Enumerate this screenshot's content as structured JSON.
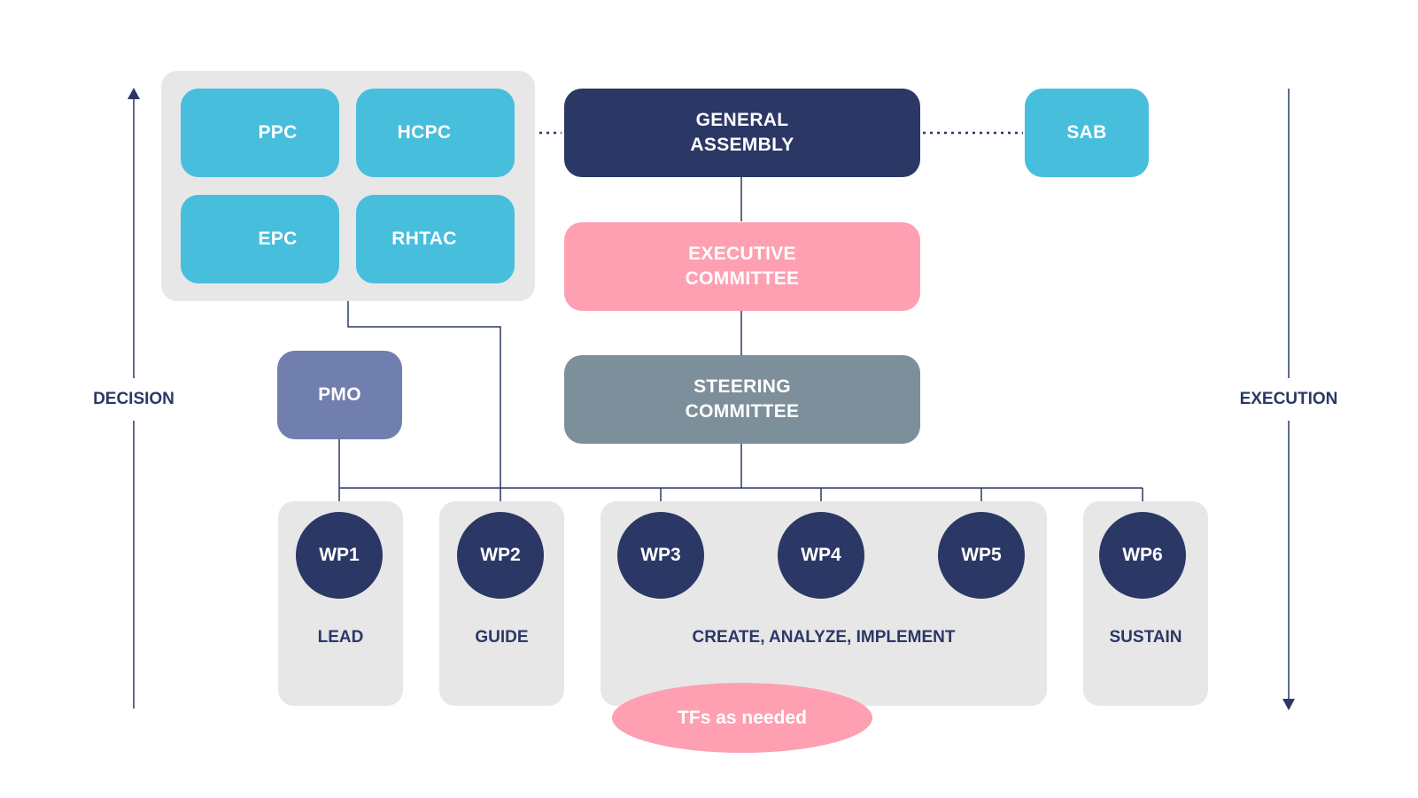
{
  "committees": {
    "ppc": "PPC",
    "hcpc": "HCPC",
    "epc": "EPC",
    "rhtac": "RHTAC"
  },
  "general_assembly": [
    "GENERAL",
    "ASSEMBLY"
  ],
  "sab": "SAB",
  "executive_committee": [
    "EXECUTIVE",
    "COMMITTEE"
  ],
  "steering_committee": [
    "STEERING",
    "COMMITTEE"
  ],
  "pmo": "PMO",
  "side_labels": {
    "left": "DECISION",
    "right": "EXECUTION"
  },
  "work_packages": [
    "WP1",
    "WP2",
    "WP3",
    "WP4",
    "WP5",
    "WP6"
  ],
  "groups": {
    "lead": "LEAD",
    "guide": "GUIDE",
    "create": "CREATE, ANALYZE, IMPLEMENT",
    "sustain": "SUSTAIN"
  },
  "task_forces": "TFs as needed",
  "colors": {
    "navy": "#2b3866",
    "cyan": "#48bedd",
    "pink": "#fea0b2",
    "steel": "#7d8f9a",
    "slate": "#717fae",
    "panel": "#e7e7e8"
  }
}
